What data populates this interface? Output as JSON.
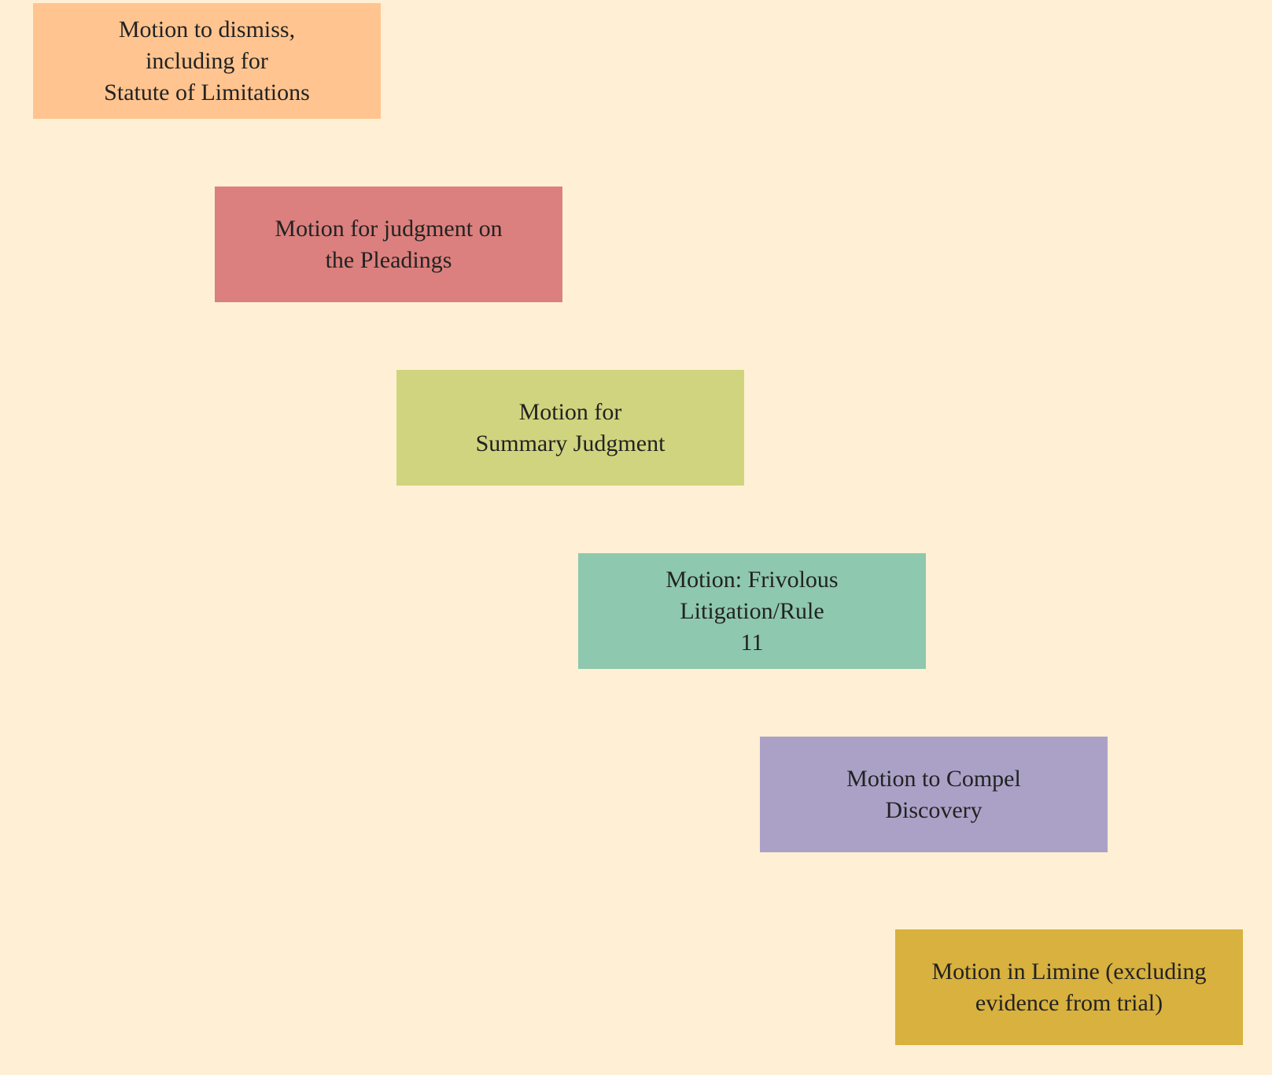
{
  "background": "#FFEFD5",
  "nodes": [
    {
      "label": "Motion to dismiss,\nincluding for\nStatute of Limitations",
      "color": "#FFC48F"
    },
    {
      "label": "Motion for judgment on\nthe Pleadings",
      "color": "#DB807E"
    },
    {
      "label": "Motion for\nSummary Judgment",
      "color": "#D0D47E"
    },
    {
      "label": "Motion: Frivolous\nLitigation/Rule\n11",
      "color": "#8EC8AE"
    },
    {
      "label": "Motion to Compel\nDiscovery",
      "color": "#ABA1C6"
    },
    {
      "label": "Motion in Limine (excluding\nevidence from trial)",
      "color": "#D8B13F"
    }
  ]
}
